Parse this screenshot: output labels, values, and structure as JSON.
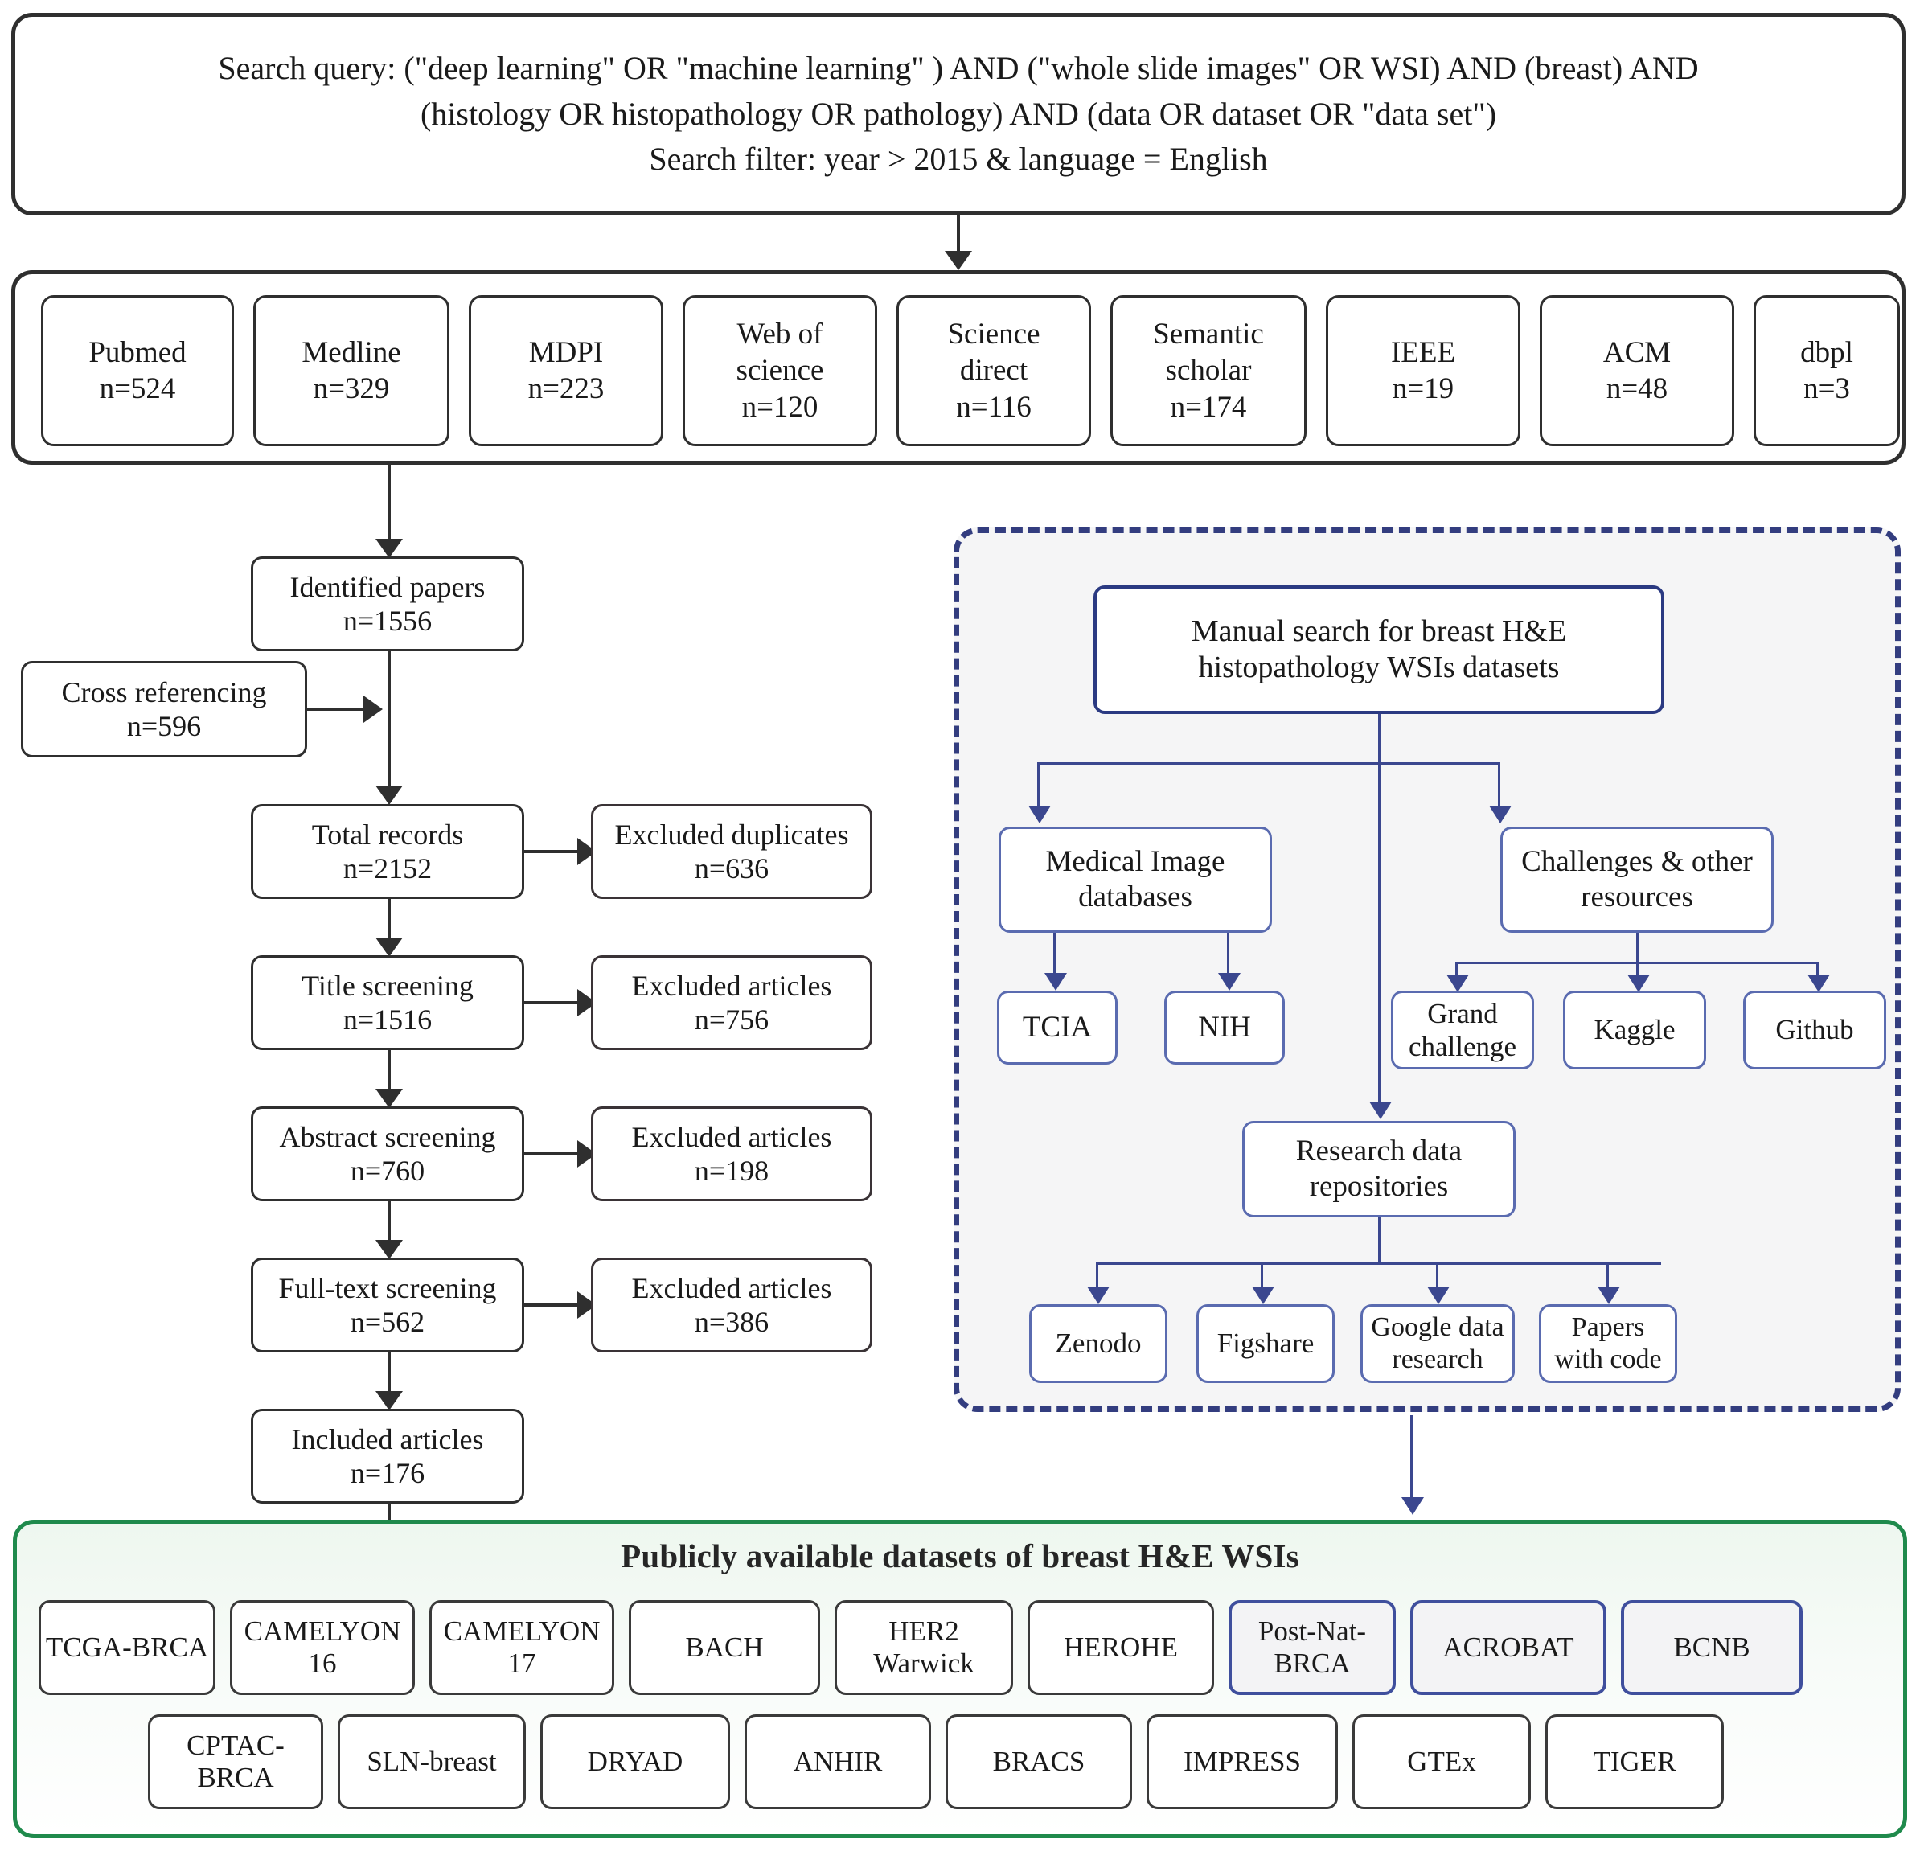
{
  "search_box": {
    "lines": [
      "Search query: (\"deep learning\" OR \"machine learning\" ) AND (\"whole slide images\" OR WSI) AND (breast) AND",
      "(histology OR histopathology OR pathology) AND (data OR dataset OR \"data set\")",
      "Search filter: year > 2015 & language = English"
    ]
  },
  "sources": [
    {
      "name": "Pubmed",
      "count": "n=524"
    },
    {
      "name": "Medline",
      "count": "n=329"
    },
    {
      "name": "MDPI",
      "count": "n=223"
    },
    {
      "name": "Web of\nscience",
      "count": "n=120"
    },
    {
      "name": "Science\ndirect",
      "count": "n=116"
    },
    {
      "name": "Semantic\nscholar",
      "count": "n=174"
    },
    {
      "name": "IEEE",
      "count": "n=19"
    },
    {
      "name": "ACM",
      "count": "n=48"
    },
    {
      "name": "dbpl",
      "count": "n=3"
    }
  ],
  "pipeline": {
    "identified": {
      "label": "Identified papers",
      "count": "n=1556"
    },
    "cross_ref": {
      "label": "Cross referencing",
      "count": "n=596"
    },
    "total": {
      "label": "Total records",
      "count": "n=2152"
    },
    "title": {
      "label": "Title screening",
      "count": "n=1516"
    },
    "abstract": {
      "label": "Abstract screening",
      "count": "n=760"
    },
    "fulltext": {
      "label": "Full-text screening",
      "count": "n=562"
    },
    "included": {
      "label": "Included articles",
      "count": "n=176"
    }
  },
  "excluded": [
    {
      "label": "Excluded duplicates",
      "count": "n=636"
    },
    {
      "label": "Excluded articles",
      "count": "n=756"
    },
    {
      "label": "Excluded articles",
      "count": "n=198"
    },
    {
      "label": "Excluded articles",
      "count": "n=386"
    }
  ],
  "manual_search": {
    "root": "Manual search for breast H&E\nhistopathology WSIs datasets",
    "branches": [
      {
        "label": "Medical Image\ndatabases",
        "children": [
          "TCIA",
          "NIH"
        ]
      },
      {
        "label": "Research data\nrepositories",
        "children": [
          "Zenodo",
          "Figshare",
          "Google data\nresearch",
          "Papers\nwith code"
        ]
      },
      {
        "label": "Challenges & other\nresources",
        "children": [
          "Grand\nchallenge",
          "Kaggle",
          "Github"
        ]
      }
    ]
  },
  "datasets_panel": {
    "title": "Publicly available datasets of breast H&E WSIs",
    "row1": [
      {
        "name": "TCGA-BRCA",
        "highlight": false
      },
      {
        "name": "CAMELYON\n16",
        "highlight": false
      },
      {
        "name": "CAMELYON\n17",
        "highlight": false
      },
      {
        "name": "BACH",
        "highlight": false
      },
      {
        "name": "HER2\nWarwick",
        "highlight": false
      },
      {
        "name": "HEROHE",
        "highlight": false
      },
      {
        "name": "Post-Nat-\nBRCA",
        "highlight": true
      },
      {
        "name": "ACROBAT",
        "highlight": true
      },
      {
        "name": "BCNB",
        "highlight": true
      }
    ],
    "row2": [
      {
        "name": "CPTAC-\nBRCA",
        "highlight": false
      },
      {
        "name": "SLN-breast",
        "highlight": false
      },
      {
        "name": "DRYAD",
        "highlight": false
      },
      {
        "name": "ANHIR",
        "highlight": false
      },
      {
        "name": "BRACS",
        "highlight": false
      },
      {
        "name": "IMPRESS",
        "highlight": false
      },
      {
        "name": "GTEx",
        "highlight": false
      },
      {
        "name": "TIGER",
        "highlight": false
      }
    ]
  },
  "colors": {
    "outline_dark": "#2f2f2f",
    "blue_node": "#5a6bb0",
    "blue_dark": "#2b3a82",
    "dashed_border": "#333d7f",
    "dashed_fill": "#f5f5f6",
    "green_border": "#1f8a4c",
    "green_fill": "#eef7ef"
  }
}
